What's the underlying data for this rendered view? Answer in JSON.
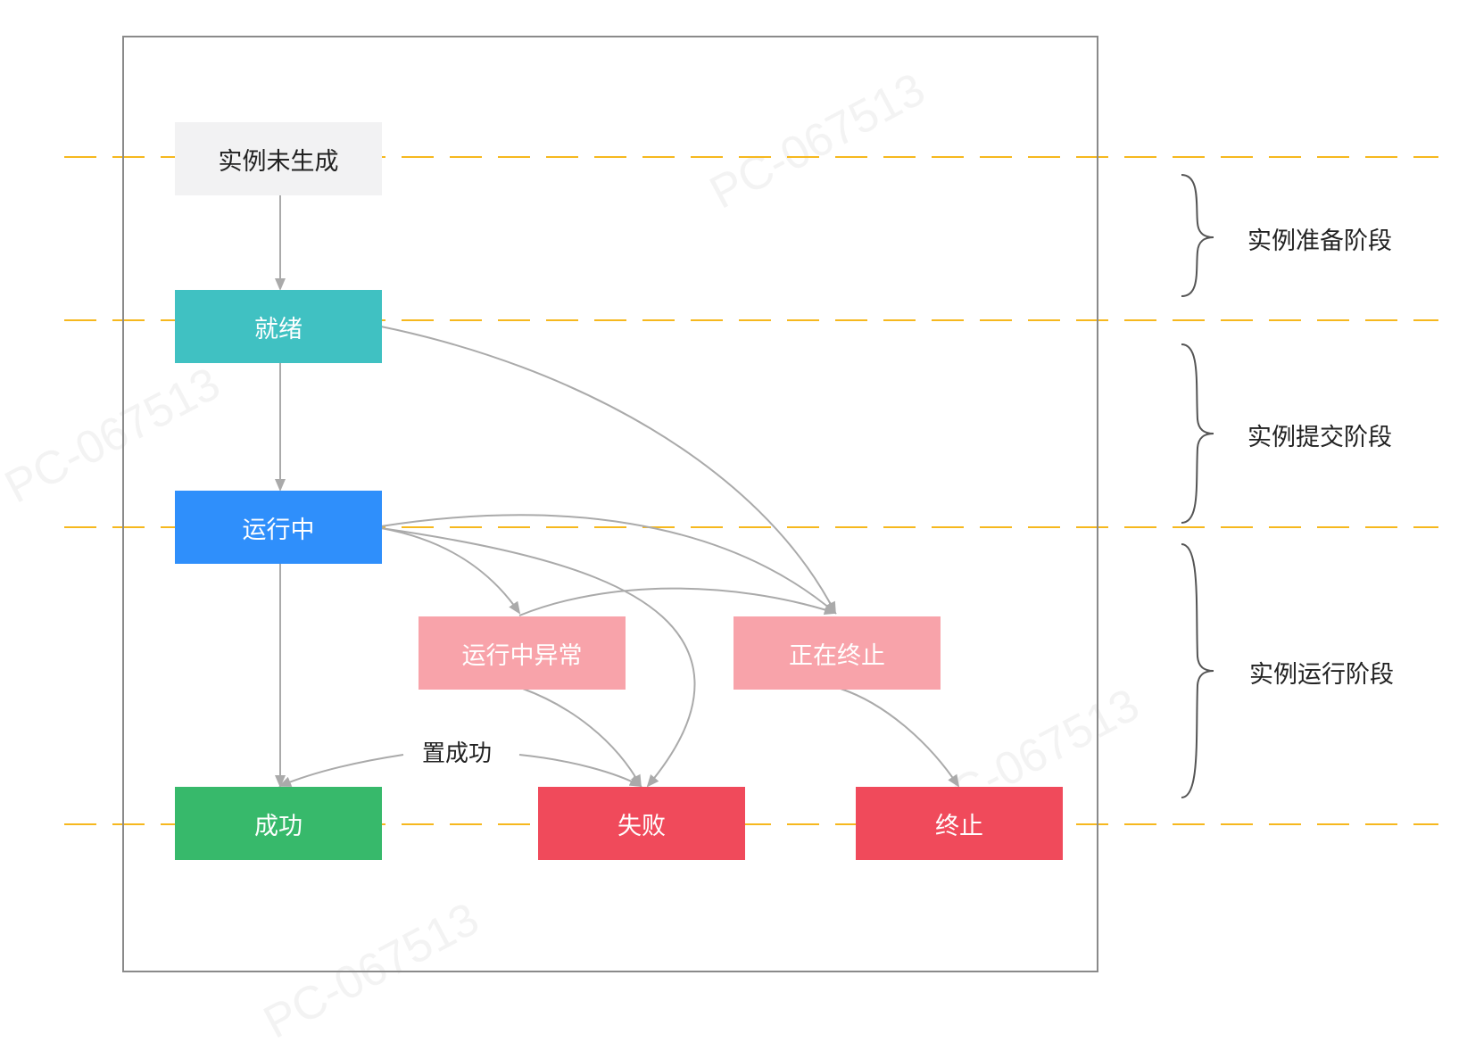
{
  "nodes": {
    "not_created": "实例未生成",
    "ready": "就绪",
    "running": "运行中",
    "running_error": "运行中异常",
    "terminating": "正在终止",
    "success": "成功",
    "failed": "失败",
    "terminated": "终止"
  },
  "edge_labels": {
    "set_success": "置成功"
  },
  "phases": {
    "prepare": "实例准备阶段",
    "submit": "实例提交阶段",
    "run": "实例运行阶段"
  },
  "watermark": "PC-067513",
  "colors": {
    "dashed_line": "#f6b81e",
    "arrow": "#aaaaaa",
    "not_created": "#f2f2f3",
    "ready": "#40c1c2",
    "running": "#2f8ffb",
    "pending_states": "#f8a3aa",
    "success": "#37b96b",
    "failure_states": "#f04a5b"
  }
}
